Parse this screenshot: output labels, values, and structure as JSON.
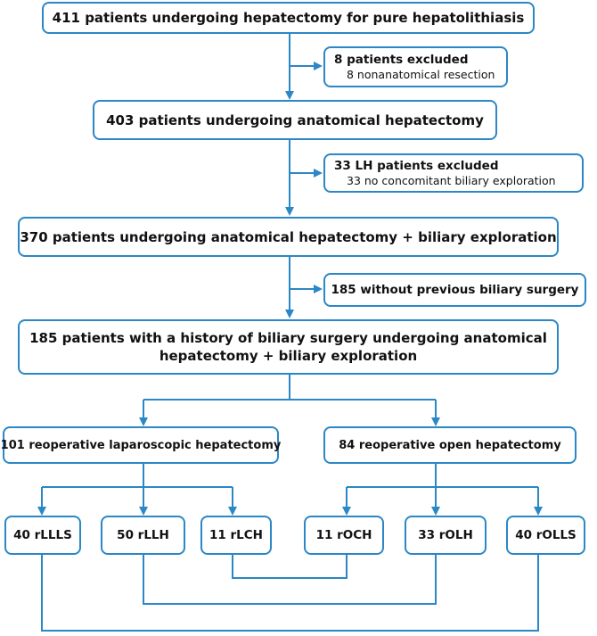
{
  "colors": {
    "accent": "#2b87c6"
  },
  "flowchart": {
    "step1": "411 patients undergoing hepatectomy for pure hepatolithiasis",
    "exclusion1": {
      "title": "8 patients excluded",
      "detail": "8 nonanatomical resection"
    },
    "step2": "403 patients undergoing anatomical hepatectomy",
    "exclusion2": {
      "title": "33 LH patients excluded",
      "detail": "33 no concomitant biliary exploration"
    },
    "step3": "370 patients undergoing anatomical hepatectomy + biliary exploration",
    "exclusion3": {
      "title": "185 without previous biliary surgery"
    },
    "step4_line1": "185 patients with a history of biliary surgery undergoing anatomical",
    "step4_line2": "hepatectomy + biliary exploration",
    "branches": {
      "laparoscopic": "101 reoperative laparoscopic hepatectomy",
      "open": "84  reoperative open hepatectomy"
    },
    "groups": [
      "40  rLLLS",
      "50  rLLH",
      "11 rLCH",
      "11 rOCH",
      "33  rOLH",
      "40  rOLLS"
    ]
  }
}
